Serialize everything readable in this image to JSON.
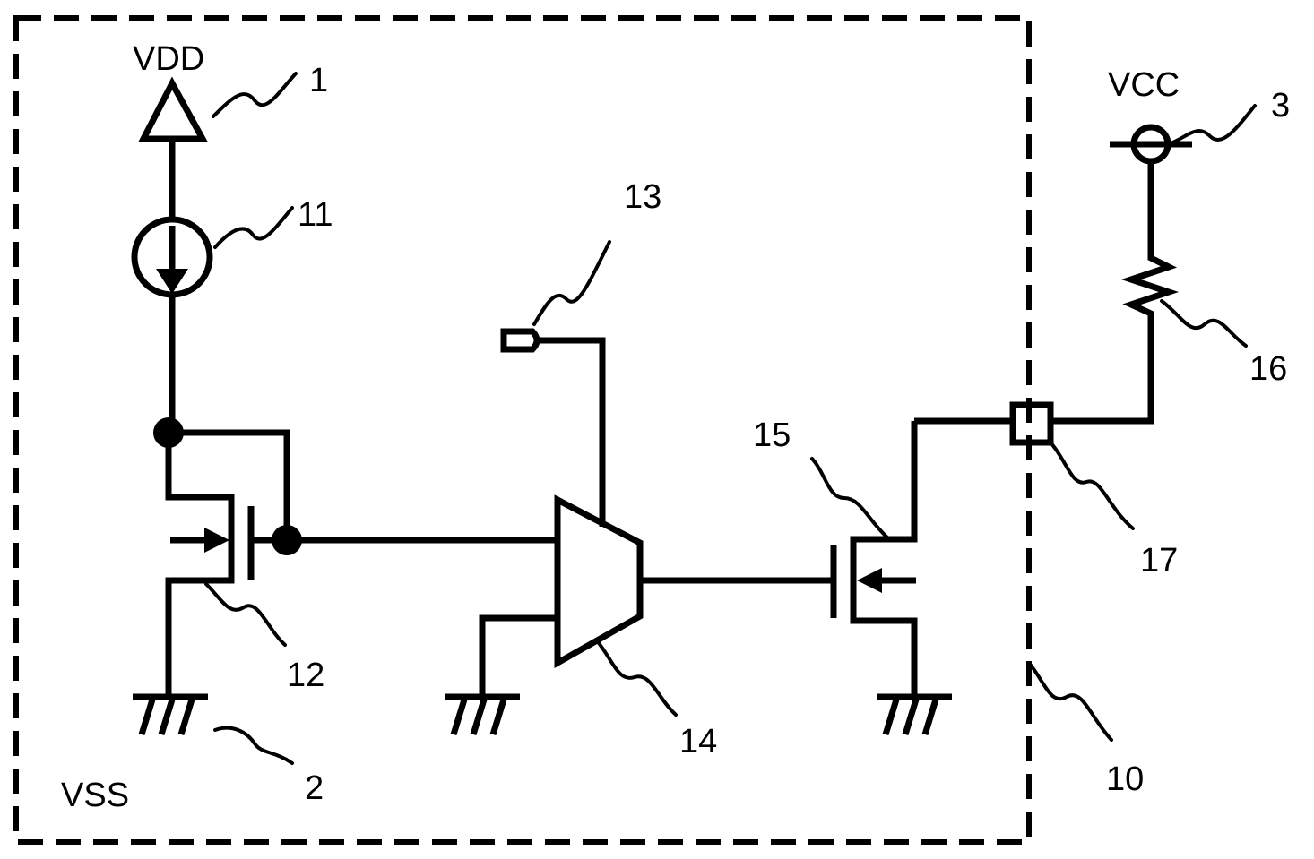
{
  "labels": {
    "vdd": "VDD",
    "vss": "VSS",
    "vcc": "VCC",
    "ref_vdd_terminal": "1",
    "ref_vss_terminal": "2",
    "ref_vcc_terminal": "3",
    "ref_block": "10",
    "ref_current_source": "11",
    "ref_transistor_12": "12",
    "ref_input_terminal": "13",
    "ref_comparator": "14",
    "ref_transistor_15": "15",
    "ref_resistor": "16",
    "ref_pad": "17"
  },
  "colors": {
    "line": "#000000",
    "background": "#ffffff"
  }
}
